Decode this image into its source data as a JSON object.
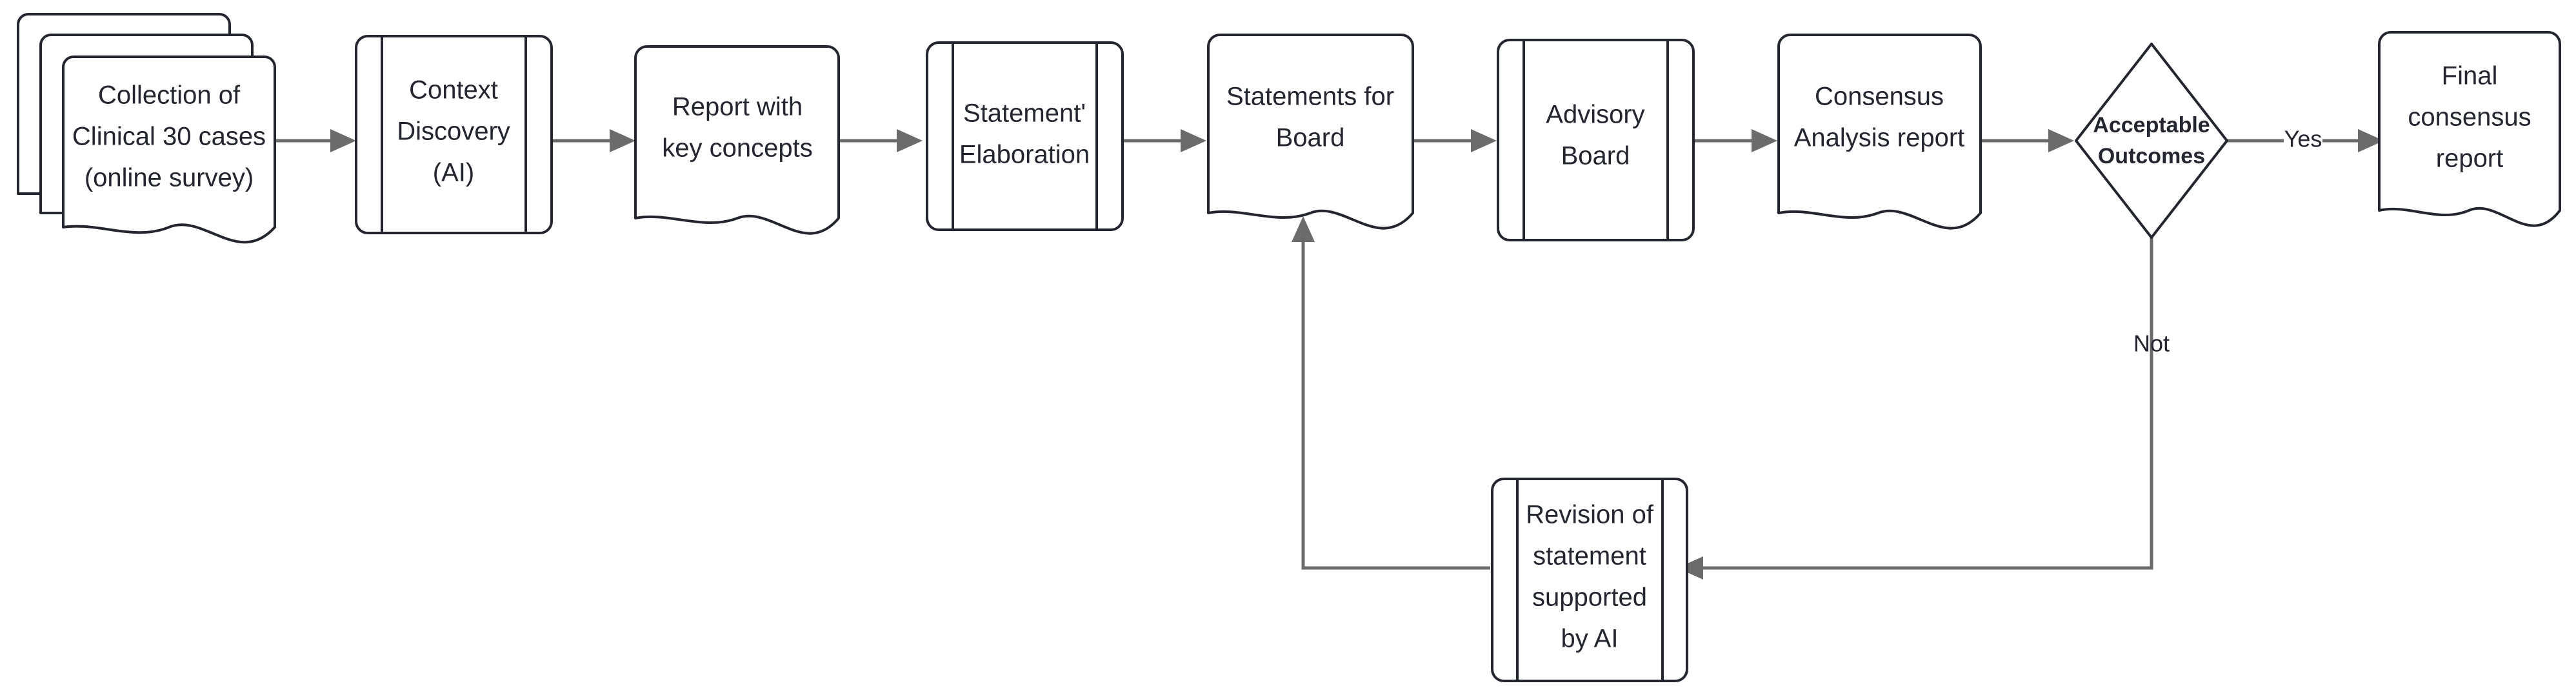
{
  "diagram": {
    "title": "Clinical consensus process flowchart",
    "background_color": "#ffffff",
    "shape_stroke_color": "#23252f",
    "edge_color": "#6b6b6b",
    "text_color": "#23252f"
  },
  "nodes": [
    {
      "id": "collection",
      "shape": "multi-document",
      "lines": [
        "Collection of",
        "Clinical 30 cases",
        "(online survey)"
      ]
    },
    {
      "id": "context-discovery",
      "shape": "predefined-process",
      "lines": [
        "Context",
        "Discovery",
        "(AI)"
      ]
    },
    {
      "id": "report-key-concepts",
      "shape": "document",
      "lines": [
        "Report with",
        "key concepts"
      ]
    },
    {
      "id": "statement-elaboration",
      "shape": "predefined-process",
      "lines": [
        "Statement'",
        "Elaboration"
      ]
    },
    {
      "id": "statements-for-board",
      "shape": "document",
      "lines": [
        "Statements for",
        "Board"
      ]
    },
    {
      "id": "advisory-board",
      "shape": "predefined-process",
      "lines": [
        "Advisory",
        "Board"
      ]
    },
    {
      "id": "consensus-analysis-report",
      "shape": "document",
      "lines": [
        "Consensus",
        "Analysis report"
      ]
    },
    {
      "id": "acceptable-outcomes",
      "shape": "decision-diamond",
      "bold": true,
      "lines": [
        "Acceptable",
        "Outcomes"
      ]
    },
    {
      "id": "final-consensus-report",
      "shape": "document",
      "lines": [
        "Final",
        "consensus",
        "report"
      ]
    },
    {
      "id": "revision-of-statement",
      "shape": "predefined-process",
      "lines": [
        "Revision of",
        "statement",
        "supported",
        "by AI"
      ]
    }
  ],
  "edge_labels": {
    "yes": "Yes",
    "not": "Not"
  },
  "edges": [
    {
      "from": "collection",
      "to": "context-discovery",
      "label": ""
    },
    {
      "from": "context-discovery",
      "to": "report-key-concepts",
      "label": ""
    },
    {
      "from": "report-key-concepts",
      "to": "statement-elaboration",
      "label": ""
    },
    {
      "from": "statement-elaboration",
      "to": "statements-for-board",
      "label": ""
    },
    {
      "from": "statements-for-board",
      "to": "advisory-board",
      "label": ""
    },
    {
      "from": "advisory-board",
      "to": "consensus-analysis-report",
      "label": ""
    },
    {
      "from": "consensus-analysis-report",
      "to": "acceptable-outcomes",
      "label": ""
    },
    {
      "from": "acceptable-outcomes",
      "to": "final-consensus-report",
      "label": "Yes"
    },
    {
      "from": "acceptable-outcomes",
      "to": "revision-of-statement",
      "label": "Not"
    },
    {
      "from": "revision-of-statement",
      "to": "statements-for-board",
      "label": ""
    }
  ]
}
